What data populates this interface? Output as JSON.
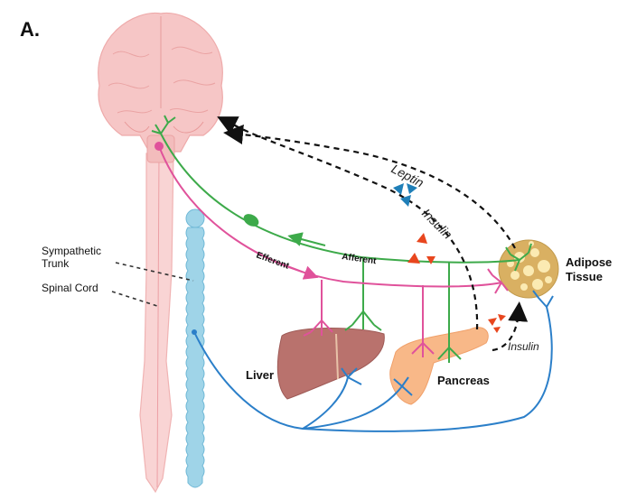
{
  "panel_label": "A.",
  "labels": {
    "sympathetic_trunk_line1": "Sympathetic",
    "sympathetic_trunk_line2": "Trunk",
    "spinal_cord": "Spinal Cord",
    "liver": "Liver",
    "pancreas": "Pancreas",
    "adipose_line1": "Adipose",
    "adipose_line2": "Tissue",
    "efferent": "Efferent",
    "afferent": "Afferent",
    "leptin": "Leptin",
    "insulin_brain": "Insulin",
    "insulin_local": "Insulin"
  },
  "colors": {
    "afferent": "#3daa4a",
    "efferent": "#e0529b",
    "sympathetic": "#2b7fc9",
    "leptin": "#1f7fb8",
    "insulin": "#e8461e",
    "brain": "#f6c6c6",
    "trunk": "#9fd4e8",
    "liver": "#b9726d",
    "pancreas": "#f8b888",
    "adipose": "#d9b062"
  }
}
